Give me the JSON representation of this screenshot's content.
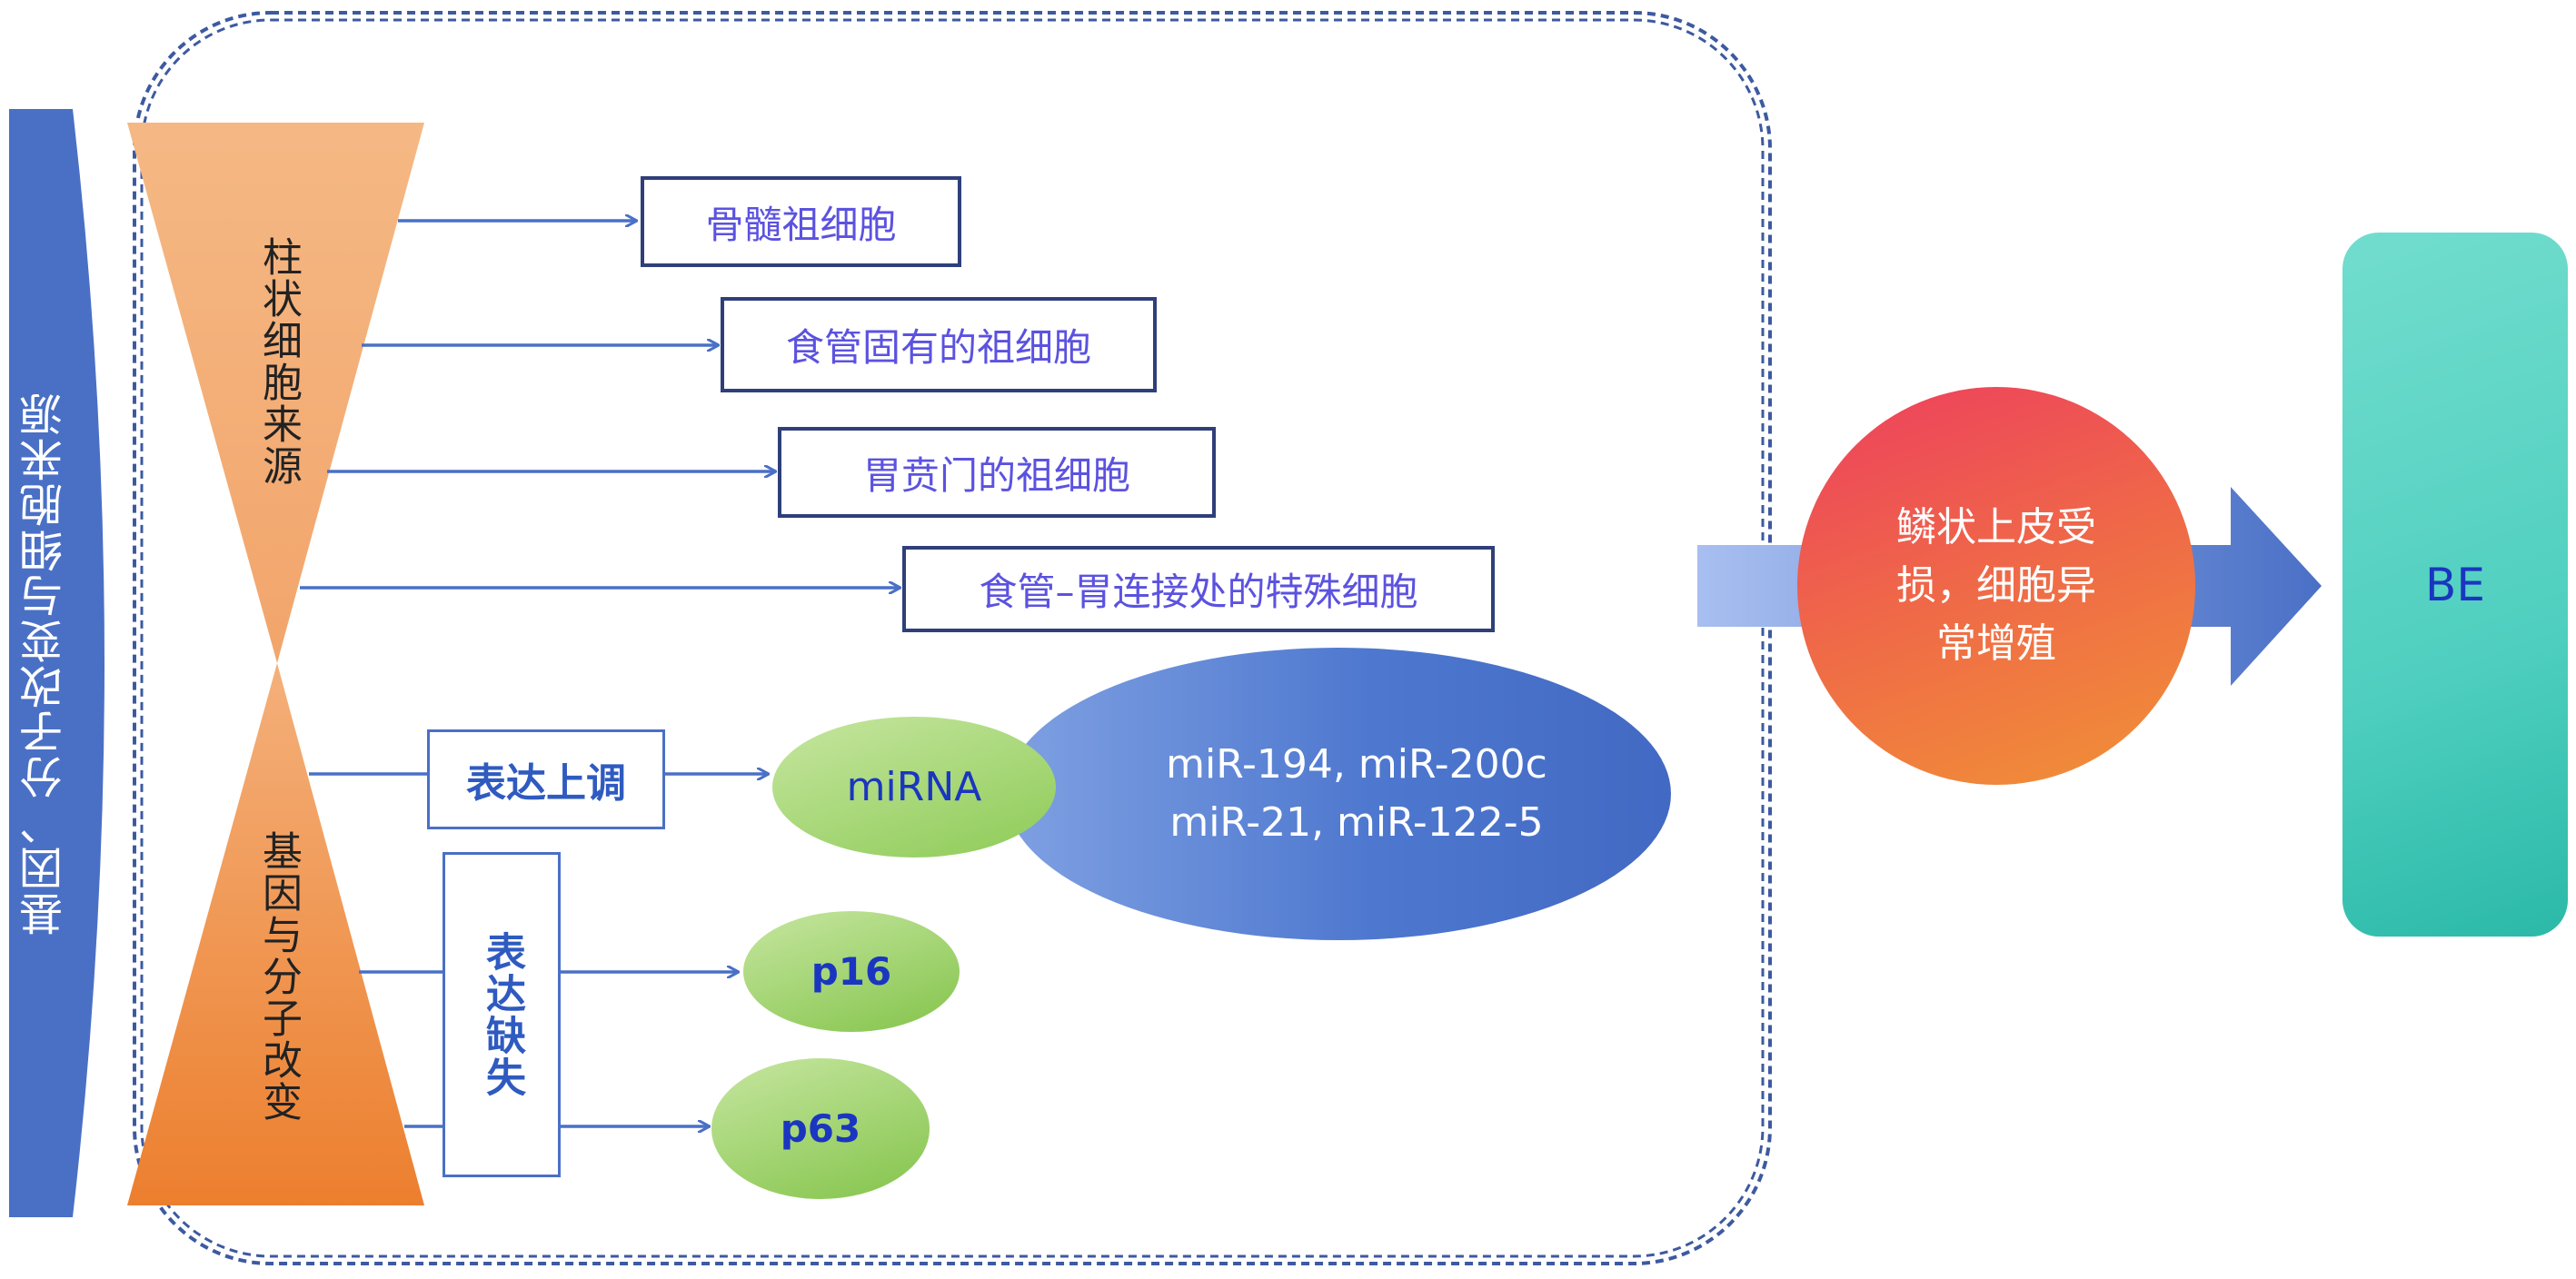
{
  "left_bar": {
    "label": "基因、分子改变与细胞来源",
    "color": "#4a70c6"
  },
  "funnel_top": {
    "label": "柱状细胞来源",
    "color": "#f3b581"
  },
  "funnel_bottom": {
    "label": "基因与分子改变",
    "color": "#ee8a3f"
  },
  "sources": [
    {
      "label": "骨髓祖细胞"
    },
    {
      "label": "食管固有的祖细胞"
    },
    {
      "label": "胃贲门的祖细胞"
    },
    {
      "label": "食管–胃连接处的特殊细胞"
    }
  ],
  "upregulation": {
    "label": "表达上调",
    "target": "miRNA"
  },
  "mirna_detail": {
    "line1": "miR-194, miR-200c",
    "line2": "miR-21, miR-122-5"
  },
  "loss": {
    "label": "表达缺失",
    "targets": [
      "p16",
      "p63"
    ]
  },
  "injury": {
    "label": "鳞状上皮受损，细胞异常增殖"
  },
  "result": {
    "label": "BE"
  },
  "colors": {
    "arrow": "#4a70c6",
    "box_border": "#2f3f7a",
    "box_text": "#5b52e0",
    "green_light": "#b5dc8a",
    "green_dark": "#7ec24a",
    "teal_light": "#6ddbcc",
    "teal_dark": "#27b9a6",
    "red": "#ee4560",
    "orange": "#f08a30"
  }
}
